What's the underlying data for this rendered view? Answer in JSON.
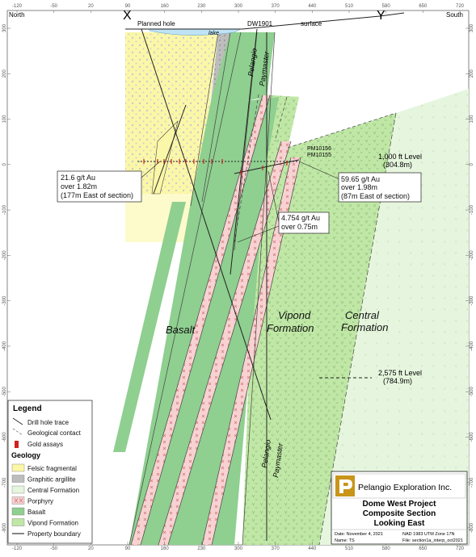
{
  "header": {
    "north": "North",
    "south": "South",
    "x_marker": "X",
    "y_marker": "Y",
    "planned_hole": "Planned hole",
    "dw_hole": "DW1901",
    "surface": "surface",
    "lake": "lake"
  },
  "axes": {
    "x_ticks": [
      "-120",
      "-50",
      "20",
      "90",
      "160",
      "230",
      "300",
      "370",
      "440",
      "510",
      "580",
      "650",
      "720"
    ],
    "y_ticks": [
      "300",
      "200",
      "100",
      "0",
      "-100",
      "-200",
      "-300",
      "-400",
      "-500",
      "-600",
      "-700",
      "-800"
    ]
  },
  "labels": {
    "pelangio": "Pelangio",
    "paymaster": "Paymaster",
    "basalt": "Basalt",
    "vipond_1": "Vipond",
    "vipond_2": "Formation",
    "central_1": "Central",
    "central_2": "Formation"
  },
  "callouts": {
    "pm1": "PM10156",
    "pm2": "PM10155",
    "level1_a": "1,000 ft Level",
    "level1_b": "(304.8m)",
    "level2_a": "2,575 ft Level",
    "level2_b": "(784.9m)",
    "assay_left": [
      "21.6 g/t Au",
      "over 1.82m",
      "(177m East of section)"
    ],
    "assay_mid": [
      "4.754 g/t Au",
      "over 0.75m"
    ],
    "assay_right": [
      "59.65 g/t Au",
      "over 1.98m",
      "(87m East of section)"
    ]
  },
  "legend": {
    "title": "Legend",
    "items": [
      "Drill hole trace",
      "Geological contact",
      "Gold assays"
    ],
    "geology_title": "Geology",
    "geology": [
      {
        "label": "Felsic fragmental",
        "color": "#fbf7a8"
      },
      {
        "label": "Graphitic argillite",
        "color": "#bdbdbd"
      },
      {
        "label": "Central Formation",
        "color": "#e6f6de"
      },
      {
        "label": "Porphyry",
        "color": "#f8d2d2"
      },
      {
        "label": "Basalt",
        "color": "#8fcf90"
      },
      {
        "label": "Vipond Formation",
        "color": "#c0e7a6"
      },
      {
        "label": "Property boundary",
        "color": "#333333"
      }
    ]
  },
  "title_block": {
    "company": "Pelangio Exploration Inc.",
    "title_1": "Dome West Project",
    "title_2": "Composite Section",
    "title_3": "Looking East",
    "date": "Date: November 4, 2021",
    "projection": "NAD 1983 UTM Zone 17N",
    "name": "Name: TS",
    "file": "File: section1a_interp_oct2021"
  },
  "colors": {
    "felsic": "#fbf7a8",
    "argillite": "#bdbdbd",
    "central": "#e6f6de",
    "porphyry": "#f8d2d2",
    "basalt": "#8fcf90",
    "vipond": "#c0e7a6",
    "lake": "#bfe3f5",
    "logo": "#c8941a",
    "assay": "#d21f1f"
  }
}
